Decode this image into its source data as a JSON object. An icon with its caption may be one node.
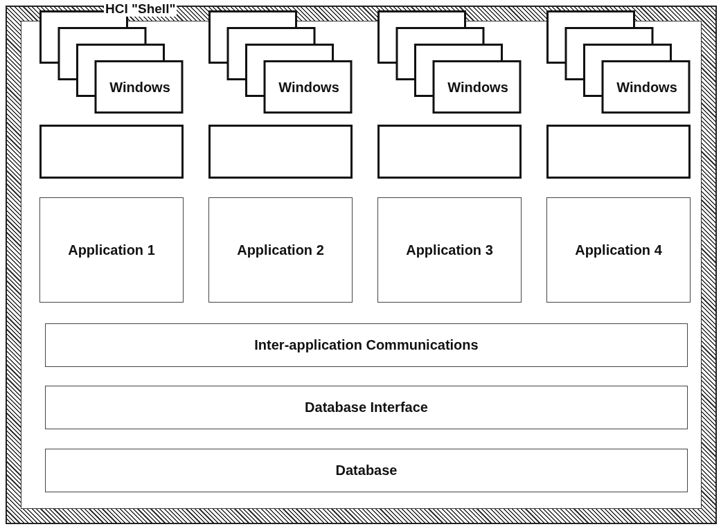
{
  "diagram": {
    "nodes": [
      {
        "text": [
          "HCI \"Shell\""
        ]
      },
      {
        "text": [
          "Windows"
        ],
        "in": 0
      },
      {
        "text": [
          "Windows"
        ],
        "in": 0
      },
      {
        "text": [
          "Windows"
        ],
        "in": 0
      },
      {
        "text": [
          "Windows"
        ],
        "in": 0
      },
      {
        "text": [],
        "shape": "box",
        "in": 0
      },
      {
        "text": [],
        "shape": "box",
        "in": 0
      },
      {
        "text": [],
        "shape": "box",
        "in": 0
      },
      {
        "text": [],
        "shape": "box",
        "in": 0
      },
      {
        "text": [
          "Application 1"
        ],
        "in": 0
      },
      {
        "text": [
          "Application 2"
        ],
        "in": 0
      },
      {
        "text": [
          "Application 3"
        ],
        "in": 0
      },
      {
        "text": [
          "Application 4"
        ],
        "in": 0
      },
      {
        "text": [
          "Inter-application Communications"
        ],
        "in": 0
      },
      {
        "text": [
          "Database Interface"
        ],
        "in": 0
      },
      {
        "text": [
          "Database"
        ],
        "in": 0
      }
    ]
  }
}
